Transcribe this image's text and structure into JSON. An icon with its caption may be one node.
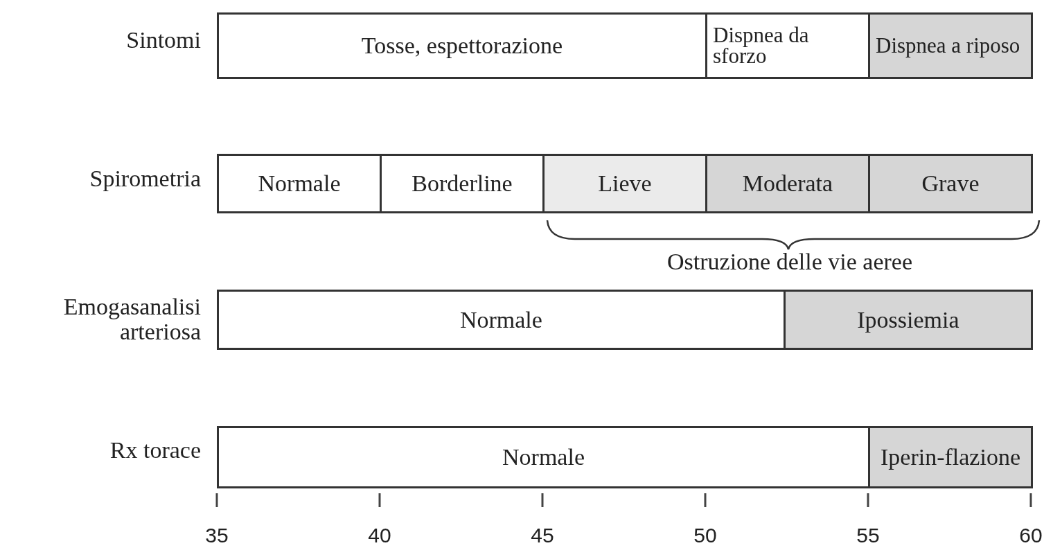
{
  "diagram": {
    "nodes": [
      {
        "text": [
          "Tosse, espettorazione"
        ]
      },
      {
        "text": [
          "Dispnea da sforzo"
        ]
      },
      {
        "text": [
          "Dispnea a riposo"
        ]
      },
      {
        "text": [
          "Normale"
        ]
      },
      {
        "text": [
          "Borderline"
        ]
      },
      {
        "text": [
          "Lieve"
        ]
      },
      {
        "text": [
          "Moderata"
        ]
      },
      {
        "text": [
          "Grave"
        ]
      },
      {
        "text": [
          "Normale"
        ]
      },
      {
        "text": [
          "Ipossiemia"
        ]
      },
      {
        "text": [
          "Normale"
        ]
      },
      {
        "text": [
          "Iperin-flazione"
        ]
      }
    ],
    "edges": [],
    "labels": [
      "Sintomi",
      "Spirometria",
      "Ostruzione delle vie aeree",
      "Emogasanalisi arteriosa",
      "Rx torace",
      "35",
      "40",
      "45",
      "50",
      "55",
      "60"
    ]
  }
}
